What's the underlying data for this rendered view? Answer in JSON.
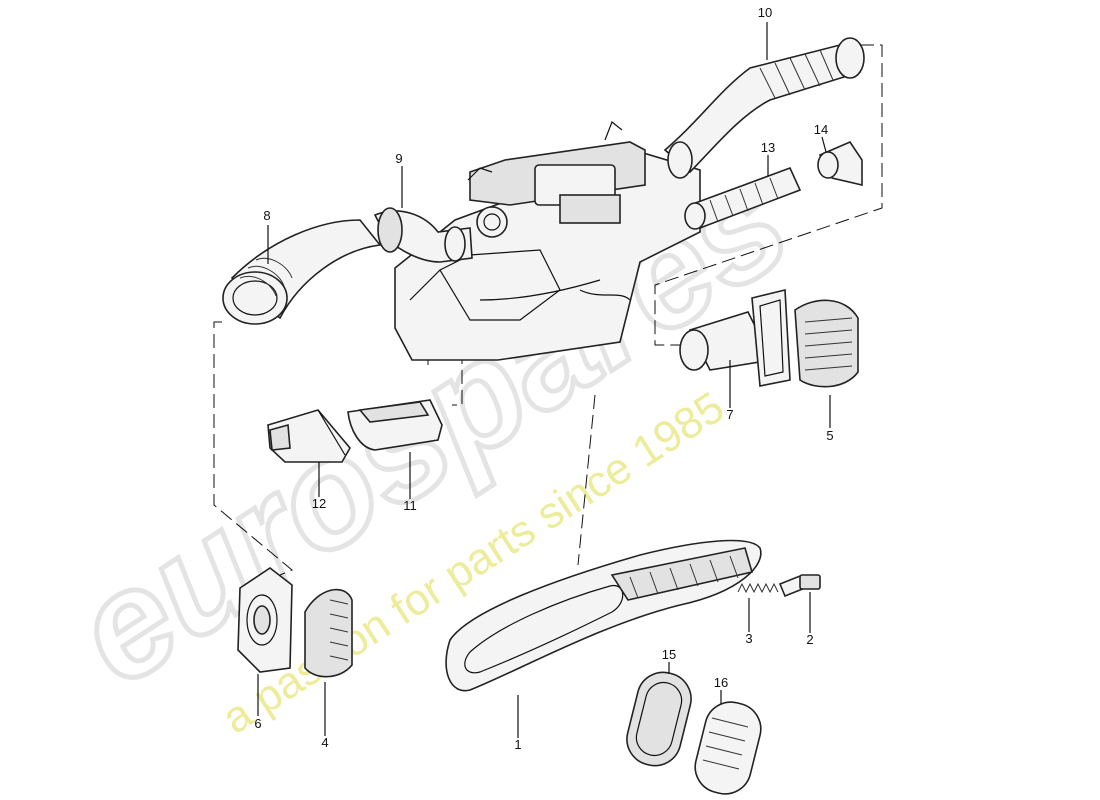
{
  "watermark": {
    "logo": "eurospares",
    "tagline": "a passion for parts since 1985"
  },
  "callouts": [
    {
      "id": "p1",
      "label": "1"
    },
    {
      "id": "p2",
      "label": "2"
    },
    {
      "id": "p3",
      "label": "3"
    },
    {
      "id": "p4",
      "label": "4"
    },
    {
      "id": "p5",
      "label": "5"
    },
    {
      "id": "p6",
      "label": "6"
    },
    {
      "id": "p7",
      "label": "7"
    },
    {
      "id": "p8",
      "label": "8"
    },
    {
      "id": "p9",
      "label": "9"
    },
    {
      "id": "p10",
      "label": "10"
    },
    {
      "id": "p11",
      "label": "11"
    },
    {
      "id": "p12",
      "label": "12"
    },
    {
      "id": "p13",
      "label": "13"
    },
    {
      "id": "p14",
      "label": "14"
    },
    {
      "id": "p15",
      "label": "15"
    },
    {
      "id": "p16",
      "label": "16"
    }
  ]
}
